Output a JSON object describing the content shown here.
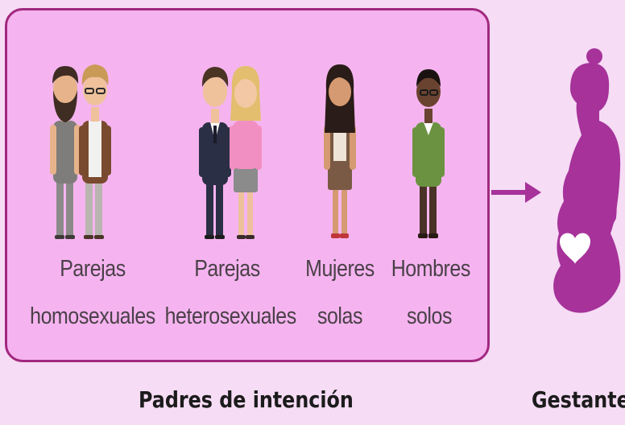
{
  "groups": [
    {
      "line1": "Parejas",
      "line2": "homosexuales"
    },
    {
      "line1": "Parejas",
      "line2": "heterosexuales"
    },
    {
      "line1": "Mujeres",
      "line2": "solas"
    },
    {
      "line1": "Hombres",
      "line2": "solos"
    }
  ],
  "captions": {
    "intended_parents": "Padres de intención",
    "surrogate": "Gestante"
  },
  "colors": {
    "background": "#f6dcf4",
    "box_fill": "#f5b4ef",
    "box_border": "#a1287f",
    "accent": "#a6329a"
  },
  "icons": [
    "gay-couple-icon",
    "hetero-couple-icon",
    "single-woman-icon",
    "single-man-icon",
    "arrow-right-icon",
    "pregnant-woman-icon",
    "heart-icon"
  ]
}
